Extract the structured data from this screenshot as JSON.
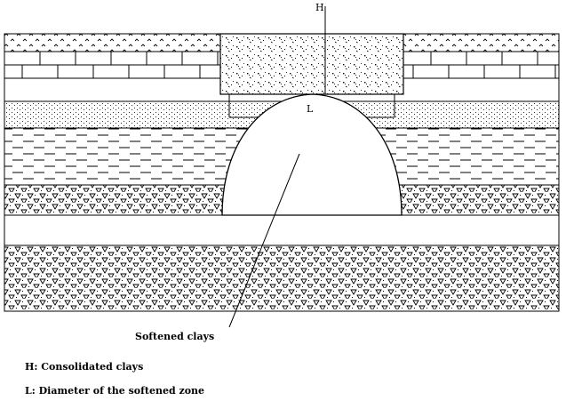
{
  "labels": {
    "h_marker": "H",
    "l_marker": "L",
    "softened_clays": "Softened clays"
  },
  "legend": {
    "h_text": "H: Consolidated clays",
    "l_text": "L: Diameter of the softened zone"
  },
  "colors": {
    "line": "#000000",
    "background": "#ffffff"
  }
}
